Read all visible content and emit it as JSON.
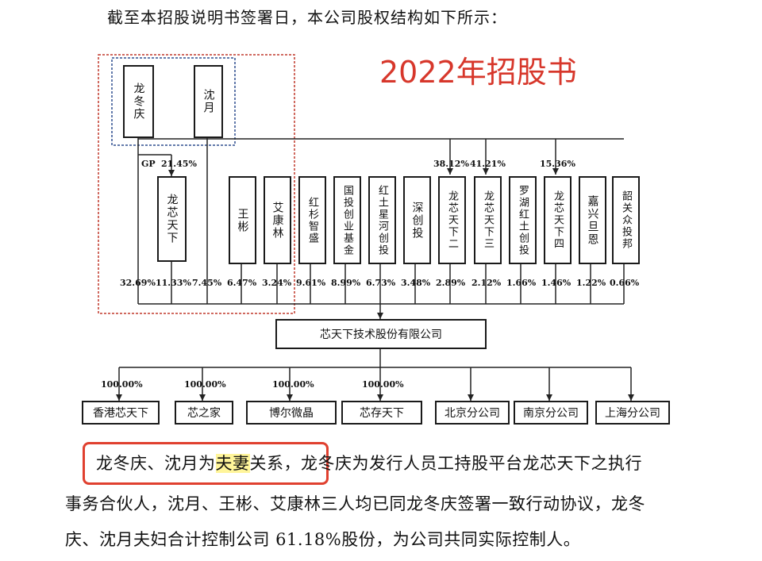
{
  "intro": "截至本招股说明书签署日，本公司股权结构如下所示：",
  "stamp": "2022年招股书",
  "founders": {
    "long": "龙冬庆",
    "shen": "沈月"
  },
  "gp_label": "GP",
  "gp_pct": "21.45%",
  "platform": "龙芯天下",
  "shareholders": [
    {
      "name": "龙冬庆",
      "pct": "32.69%"
    },
    {
      "name": "龙芯天下",
      "pct": "11.33%"
    },
    {
      "name": "沈月",
      "pct": "7.45%"
    },
    {
      "name": "王彬",
      "pct": "6.47%"
    },
    {
      "name": "艾康林",
      "pct": "3.24%"
    },
    {
      "name": "红杉智盛",
      "pct": "9.61%"
    },
    {
      "name": "国投创业基金",
      "pct": "8.99%"
    },
    {
      "name": "红土星河创投",
      "pct": "6.73%"
    },
    {
      "name": "深创投",
      "pct": "3.48%"
    },
    {
      "name": "龙芯天下二",
      "pct": "2.89%",
      "top_pct": "38.12%"
    },
    {
      "name": "龙芯天下三",
      "pct": "2.12%",
      "top_pct": "41.21%"
    },
    {
      "name": "罗湖红土创投",
      "pct": "1.66%"
    },
    {
      "name": "龙芯天下四",
      "pct": "1.46%",
      "top_pct": "15.36%"
    },
    {
      "name": "嘉兴旦恩",
      "pct": "1.22%"
    },
    {
      "name": "韶关众投邦",
      "pct": "0.66%"
    }
  ],
  "company": "芯天下技术股份有限公司",
  "subsidiaries": [
    {
      "name": "香港芯天下",
      "pct": "100.00%"
    },
    {
      "name": "芯之家",
      "pct": "100.00%"
    },
    {
      "name": "博尔微晶",
      "pct": "100.00%"
    },
    {
      "name": "芯存天下",
      "pct": "100.00%"
    },
    {
      "name": "北京分公司",
      "pct": ""
    },
    {
      "name": "南京分公司",
      "pct": ""
    },
    {
      "name": "上海分公司",
      "pct": ""
    }
  ],
  "paragraph": {
    "line1_a": "龙冬庆、沈月为",
    "line1_mark": "夫妻",
    "line1_b": "关系",
    "line1_c": "，龙冬庆为发行人员工持股平台龙芯天下之执行",
    "line2": "事务合伙人，沈月、王彬、艾康林三人均已同龙冬庆签署一致行动协议，龙冬",
    "line3": "庆、沈月夫妇合计控制公司 61.18%股份，为公司共同实际控制人。"
  }
}
